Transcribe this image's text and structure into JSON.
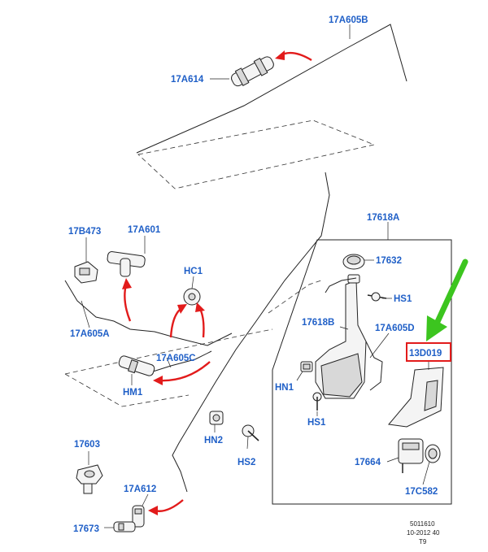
{
  "labels": {
    "l_17A605B": "17A605B",
    "l_17A614": "17A614",
    "l_17B473": "17B473",
    "l_17A601": "17A601",
    "l_17618A": "17618A",
    "l_17632": "17632",
    "l_HC1": "HC1",
    "l_HS1a": "HS1",
    "l_17618B": "17618B",
    "l_17A605D": "17A605D",
    "l_17A605A": "17A605A",
    "l_17A605C": "17A605C",
    "l_13D019": "13D019",
    "l_HN1": "HN1",
    "l_HM1": "HM1",
    "l_HS1b": "HS1",
    "l_17603": "17603",
    "l_HN2": "HN2",
    "l_HS2": "HS2",
    "l_17664": "17664",
    "l_17A612": "17A612",
    "l_17C582": "17C582",
    "l_17673": "17673"
  },
  "reference": {
    "line1": "5011610",
    "line2": "10-2012 40",
    "line3": "T9"
  },
  "colors": {
    "label": "#1f5fc7",
    "red_arrow": "#e21b1b",
    "green_arrow": "#3cc51f",
    "highlight_box": "#e21b1b"
  }
}
